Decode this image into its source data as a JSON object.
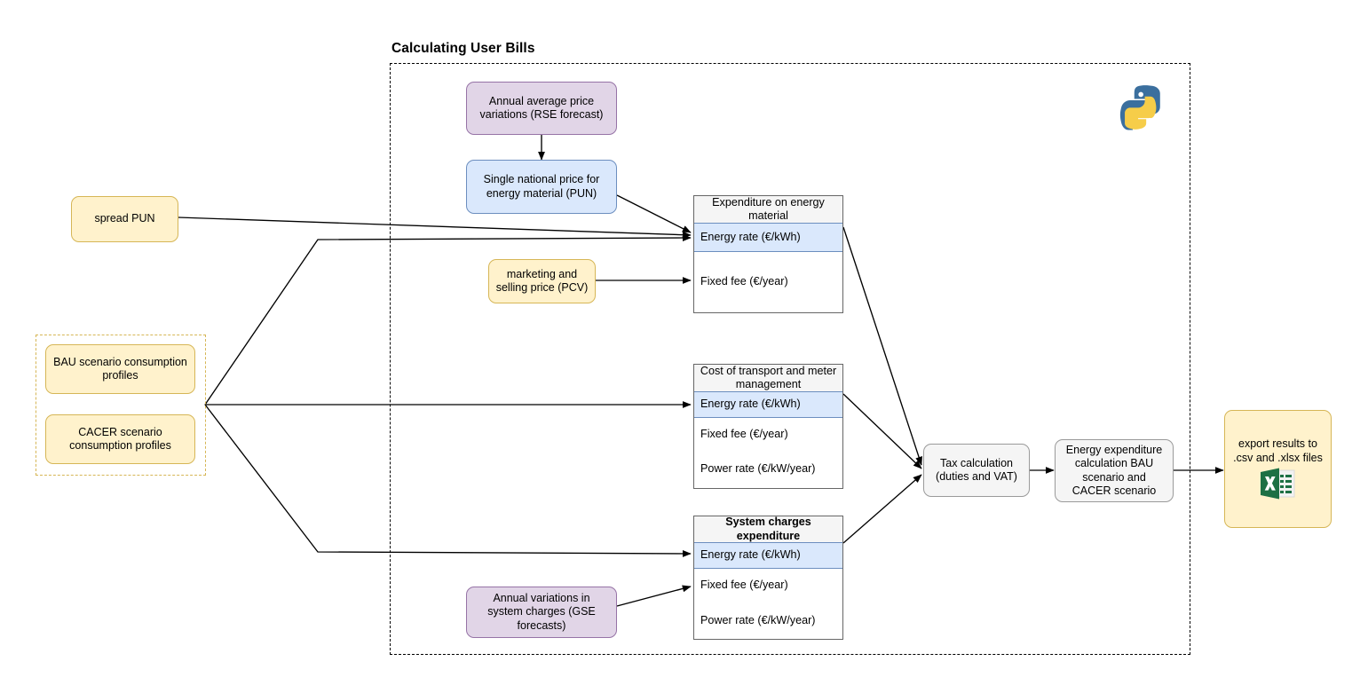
{
  "diagram": {
    "title": "Calculating User Bills",
    "container_label": "calculating-user-bills-boundary"
  },
  "colors": {
    "yellow_fill": "#fff2cc",
    "yellow_stroke": "#d6b656",
    "purple_fill": "#e1d5e7",
    "purple_stroke": "#9673a6",
    "blue_fill": "#dae8fc",
    "blue_stroke": "#6c8ebf",
    "grey_fill": "#f5f5f5",
    "grey_stroke": "#9a9a9a",
    "edge": "#000000",
    "python_blue": "#3b6f9e",
    "python_yellow": "#f6cd49",
    "excel_green": "#1d7044"
  },
  "inputs": {
    "spread_pun": "spread PUN",
    "bau": "BAU scenario consumption profiles",
    "cacer": "CACER scenario consumption profiles",
    "rse": "Annual average price variations (RSE forecast)",
    "pun": "Single national price for energy material (PUN)",
    "pcv": "marketing and selling price (PCV)",
    "gse": "Annual variations in system charges (GSE forecasts)"
  },
  "tables": [
    {
      "header": "Expenditure on energy material",
      "rows": [
        {
          "label": "Energy rate (€/kWh)",
          "highlight": true
        },
        {
          "label": "Fixed fee (€/year)",
          "highlight": false
        }
      ]
    },
    {
      "header": "Cost of transport and meter management",
      "rows": [
        {
          "label": "Energy rate (€/kWh)",
          "highlight": true
        },
        {
          "label": "Fixed fee (€/year)",
          "highlight": false
        },
        {
          "label": "Power rate (€/kW/year)",
          "highlight": false
        }
      ]
    },
    {
      "header": "System charges expenditure",
      "rows": [
        {
          "label": "Energy rate (€/kWh)",
          "highlight": true
        },
        {
          "label": "Fixed fee (€/year)",
          "highlight": false
        },
        {
          "label": "Power rate (€/kW/year)",
          "highlight": false
        }
      ]
    }
  ],
  "process": {
    "tax": "Tax calculation (duties and VAT)",
    "expenditure": "Energy expenditure calculation BAU scenario and CACER scenario",
    "export": "export results to .csv and .xlsx files"
  },
  "icons": {
    "python": "python-logo-icon",
    "excel": "excel-file-icon"
  }
}
